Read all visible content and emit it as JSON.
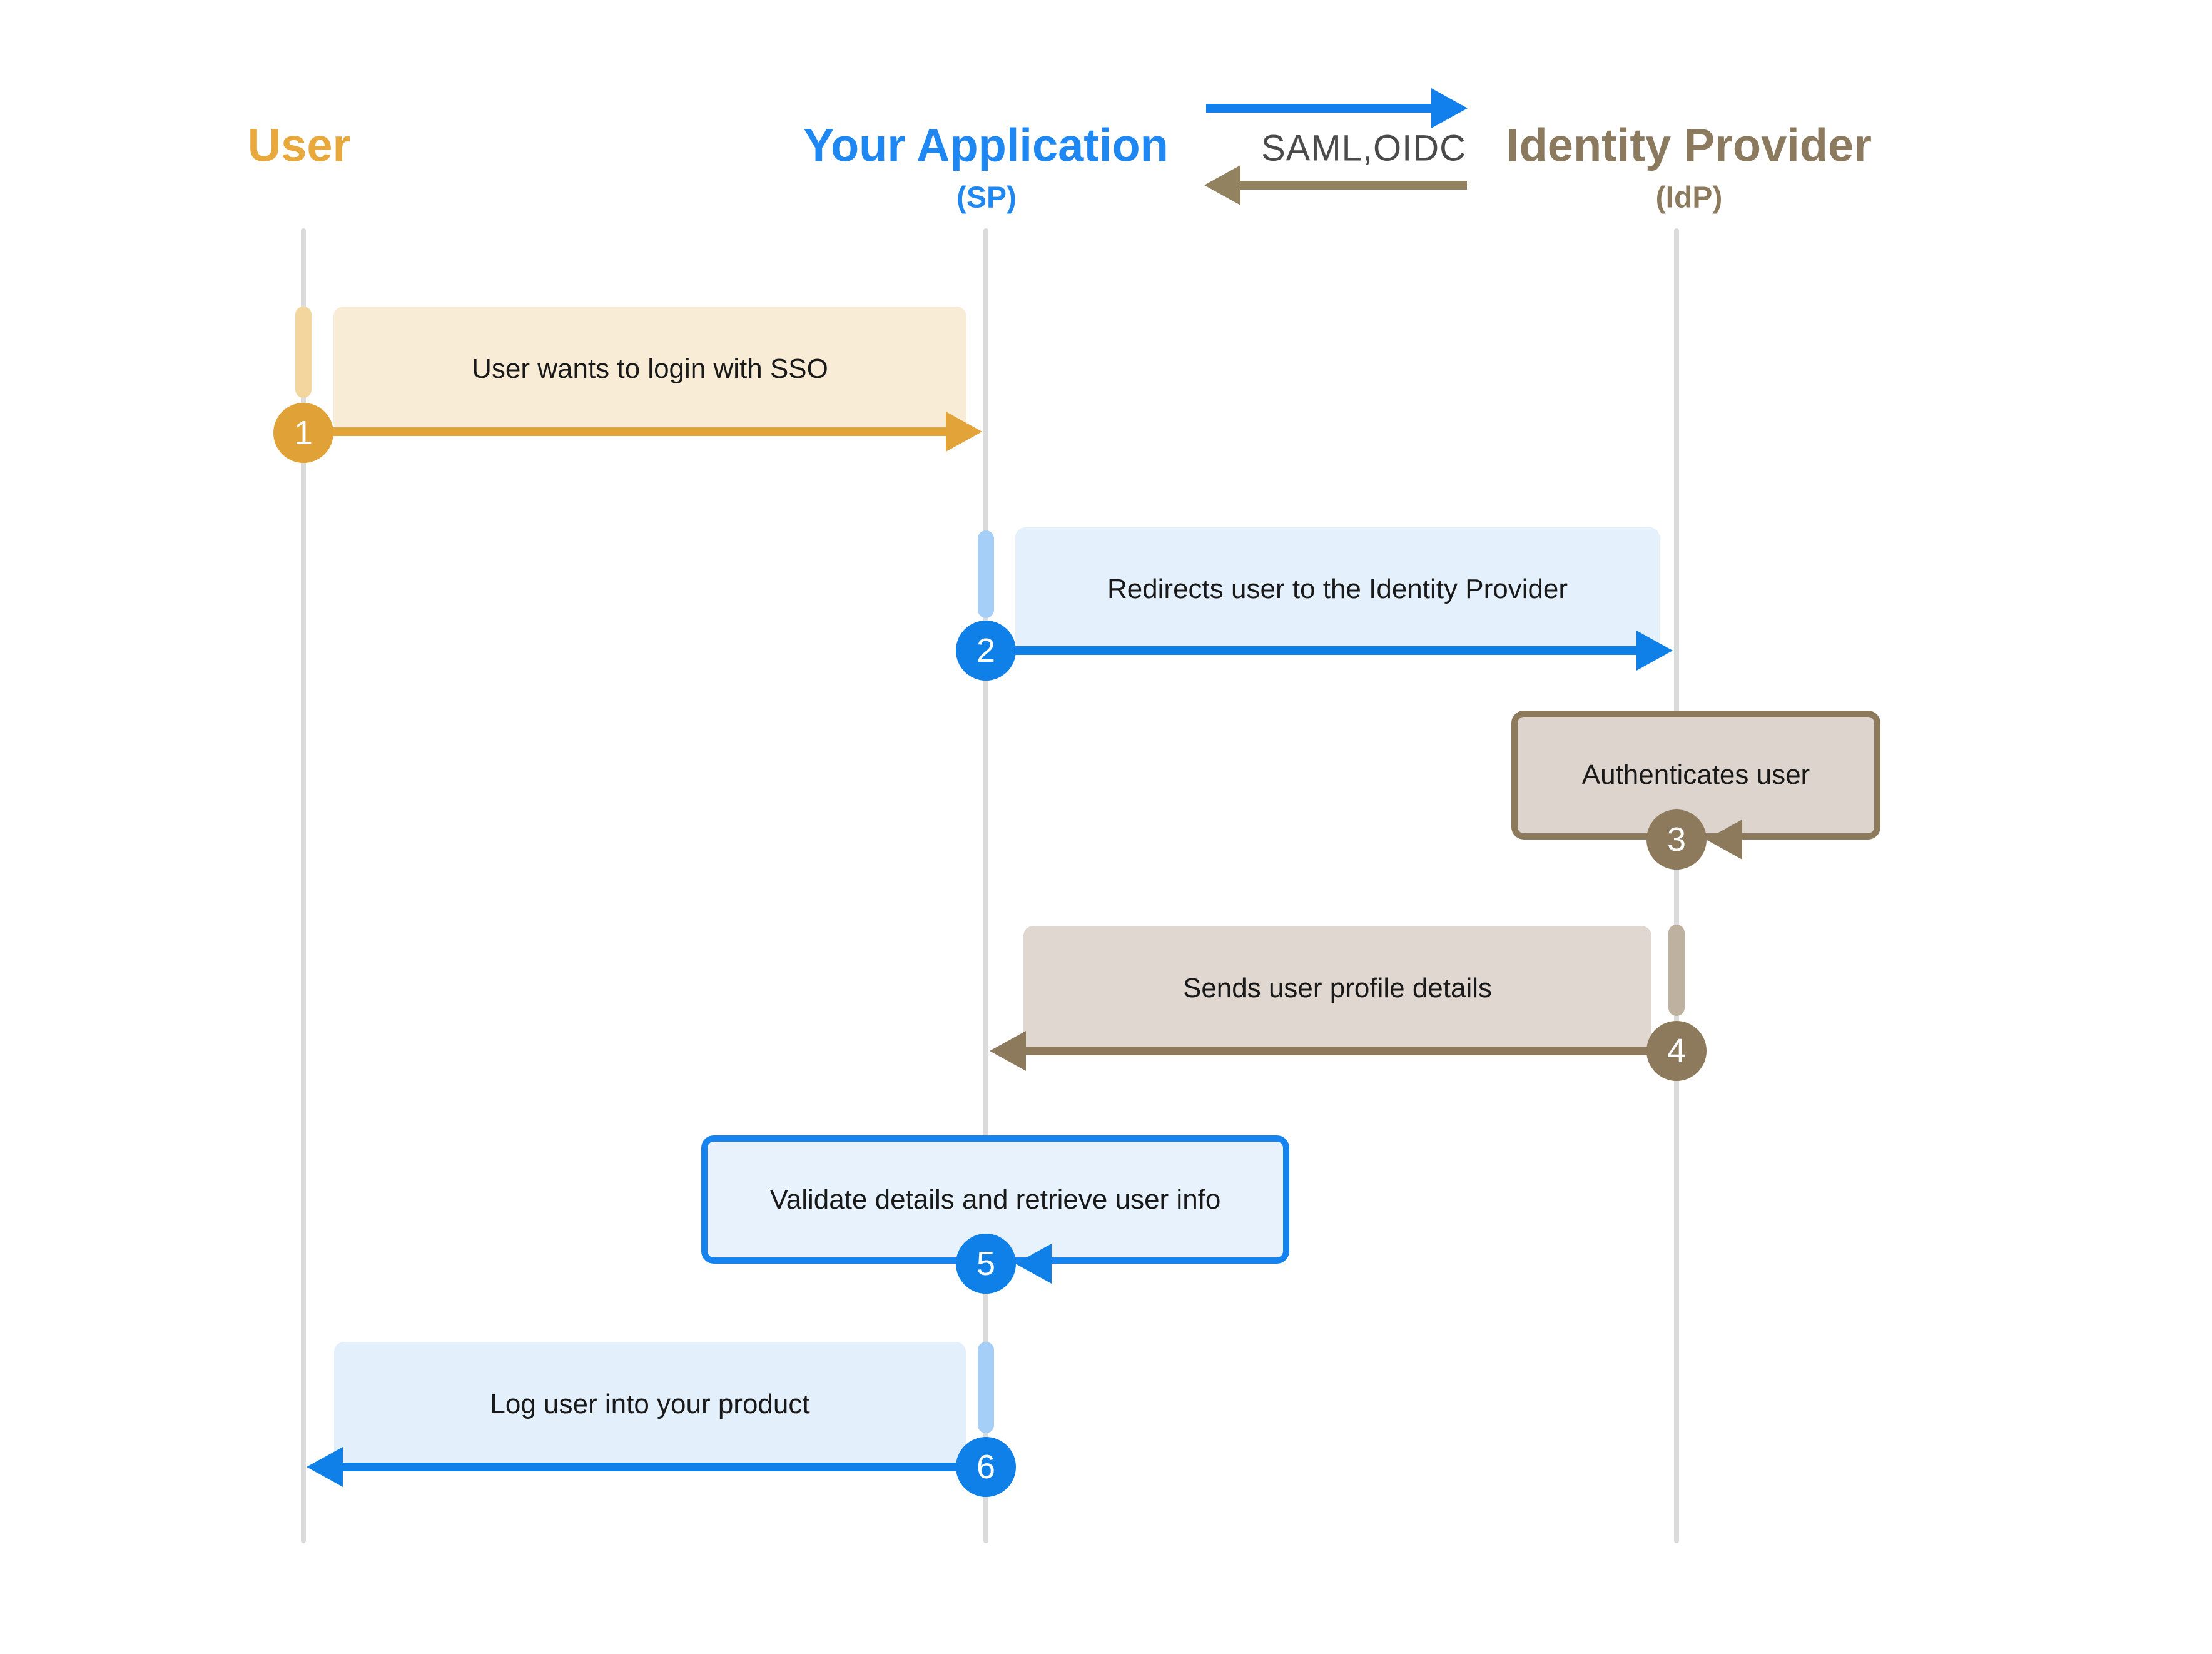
{
  "diagram": {
    "type": "sequence-diagram",
    "topic": "SSO login flow (SAML / OIDC)",
    "actors": [
      {
        "id": "user",
        "label": "User",
        "sub": "",
        "color": "#E8A83C"
      },
      {
        "id": "app",
        "label": "Your Application",
        "sub": "(SP)",
        "color": "#1E87F2"
      },
      {
        "id": "idp",
        "label": "Identity Provider",
        "sub": "(IdP)",
        "color": "#8C7A5F"
      }
    ],
    "legend": {
      "label": "SAML,OIDC",
      "text_color": "#4A4A4A",
      "right_arrow_color": "#1180EC",
      "left_arrow_color": "#93825F"
    },
    "steps": [
      {
        "num": "1",
        "text": "User wants to login with SSO",
        "from": "user",
        "to": "app",
        "direction": "right",
        "accent": "#E2A338",
        "fill": "#F8ECD6"
      },
      {
        "num": "2",
        "text": "Redirects user to the Identity Provider",
        "from": "app",
        "to": "idp",
        "direction": "right",
        "accent": "#0F80E8",
        "fill": "#E4F0FB"
      },
      {
        "num": "3",
        "text": "Authenticates user",
        "from": "idp",
        "to": "idp",
        "direction": "self",
        "accent": "#8D7A5C",
        "fill": "#DDD5CD"
      },
      {
        "num": "4",
        "text": "Sends user profile details",
        "from": "idp",
        "to": "app",
        "direction": "left",
        "accent": "#8D7A5C",
        "fill": "#E0D8D0"
      },
      {
        "num": "5",
        "text": "Validate details and retrieve user info",
        "from": "app",
        "to": "app",
        "direction": "self",
        "accent": "#0F80E8",
        "fill": "#E7F2FC"
      },
      {
        "num": "6",
        "text": "Log user into your product",
        "from": "app",
        "to": "user",
        "direction": "left",
        "accent": "#0F80E8",
        "fill": "#E3F0FB"
      }
    ],
    "colors": {
      "lifeline": "#DBDBDB",
      "orange_accent": "#E2A338",
      "orange_activation": "#F3D69E",
      "blue_accent": "#0F80E8",
      "blue_activation": "#A6CFF7",
      "brown_accent": "#8D7A5C",
      "brown_activation": "#BEB1A0",
      "message_text": "#191919",
      "background": "#FFFFFF"
    }
  }
}
